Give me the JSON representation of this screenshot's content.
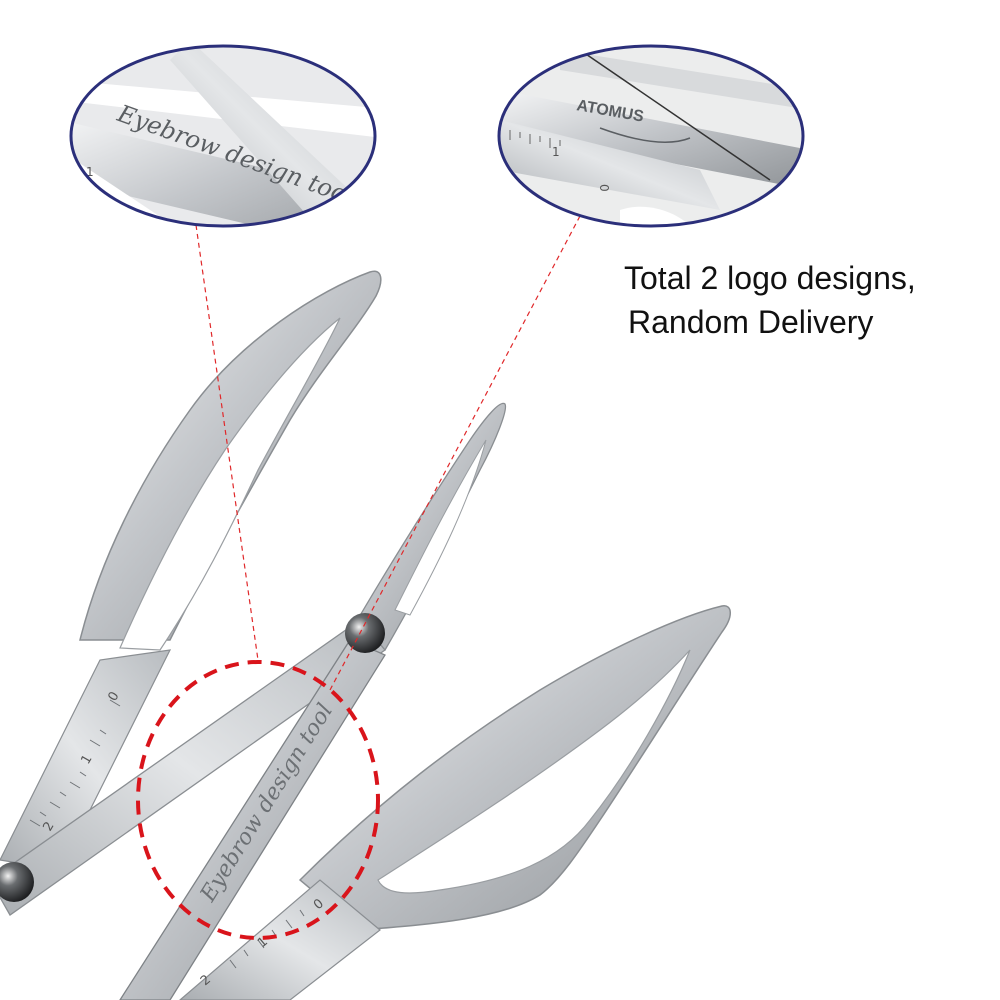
{
  "caption": {
    "line1": "Total 2 logo designs,",
    "line2": "Random Delivery"
  },
  "zoom_left": {
    "engraving": "Eyebrow design tool",
    "tick": "1"
  },
  "zoom_right": {
    "logo": "ATOMUS",
    "ticks": [
      "1",
      "0"
    ]
  },
  "tool": {
    "engraving": "Eyebrow design tool",
    "scale_upper": [
      "0",
      "1",
      "2"
    ],
    "scale_lower": [
      "0",
      "1",
      "2"
    ]
  },
  "colors": {
    "zoom_border": "#2b2f7a",
    "leader_line": "#e0282a",
    "highlight_ellipse": "#d9141b",
    "steel": "#c9ccd0"
  }
}
